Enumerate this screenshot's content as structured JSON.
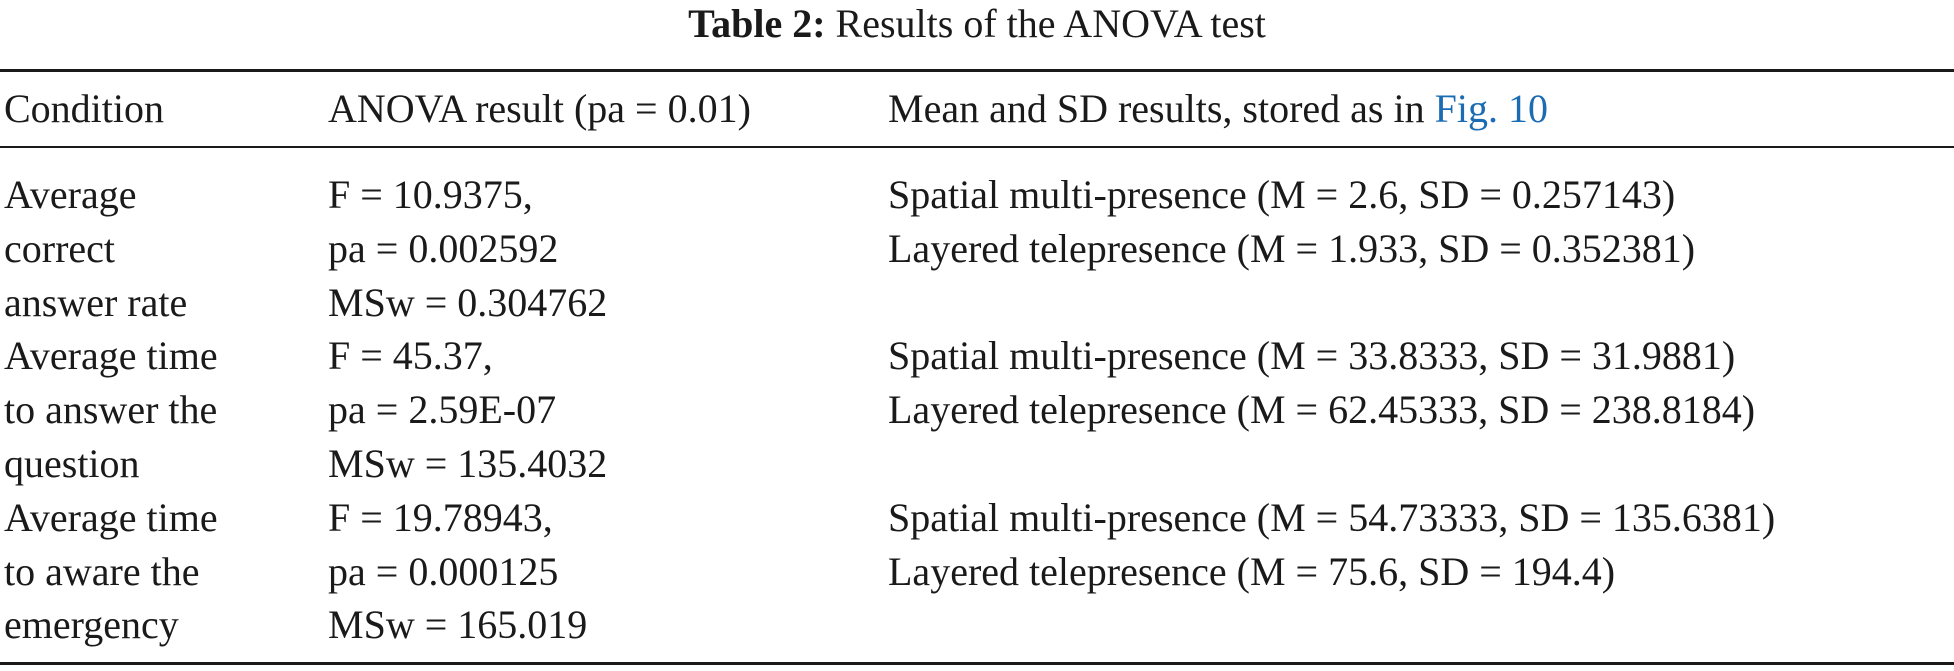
{
  "caption": {
    "label": "Table 2:",
    "text": "Results of the ANOVA test"
  },
  "header": {
    "condition": "Condition",
    "anova": "ANOVA result (pa = 0.01)",
    "mean_prefix": "Mean and SD results, stored as in ",
    "mean_link": "Fig. 10"
  },
  "rows": [
    {
      "condition": [
        "Average",
        "correct",
        "answer rate"
      ],
      "anova": [
        "F = 10.9375,",
        "pa = 0.002592",
        "MSw = 0.304762"
      ],
      "results": [
        "Spatial multi-presence (M = 2.6, SD = 0.257143)",
        "Layered telepresence (M = 1.933, SD = 0.352381)"
      ]
    },
    {
      "condition": [
        "Average time",
        "to answer the",
        "question"
      ],
      "anova": [
        "F = 45.37,",
        "pa = 2.59E-07",
        "MSw = 135.4032"
      ],
      "results": [
        "Spatial multi-presence (M = 33.8333, SD = 31.9881)",
        "Layered telepresence (M = 62.45333, SD = 238.8184)"
      ]
    },
    {
      "condition": [
        "Average time",
        "to aware the",
        "emergency"
      ],
      "anova": [
        "F = 19.78943,",
        "pa = 0.000125",
        "MSw = 165.019"
      ],
      "results": [
        "Spatial multi-presence (M = 54.73333, SD = 135.6381)",
        "Layered telepresence (M = 75.6, SD = 194.4)"
      ]
    }
  ],
  "colors": {
    "text": "#1a1a1a",
    "link": "#1b6cb3"
  }
}
